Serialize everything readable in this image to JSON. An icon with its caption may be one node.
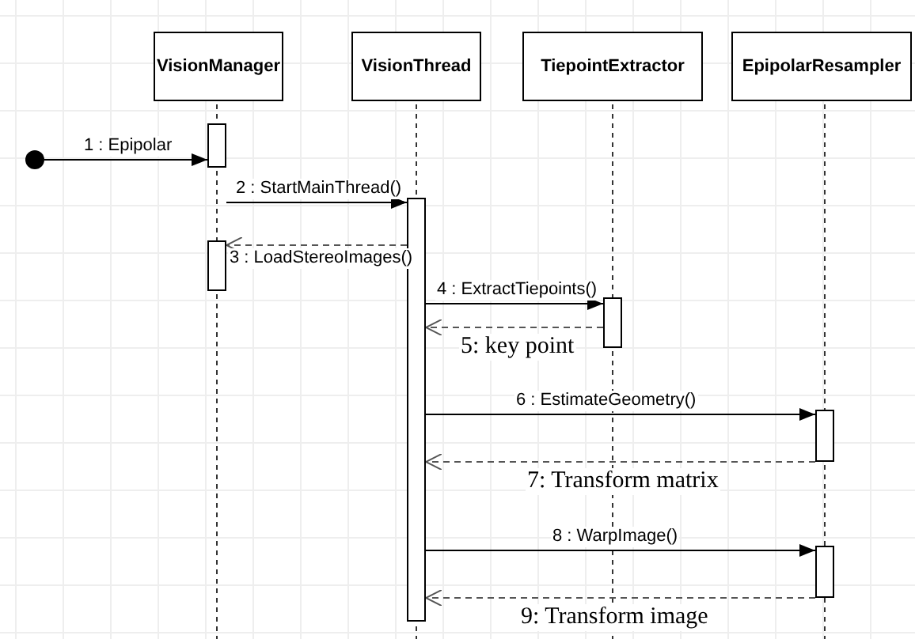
{
  "diagram": {
    "nodes": [
      {
        "text": [],
        "shape": "circle"
      },
      {
        "text": [
          "VisionManager"
        ]
      },
      {
        "text": [
          "VisionThread"
        ]
      },
      {
        "text": [
          "TiepointExtractor"
        ]
      },
      {
        "text": [
          "EpipolarResampler"
        ]
      },
      {
        "text": [],
        "shape": "bar"
      },
      {
        "text": [],
        "shape": "bar"
      },
      {
        "text": [],
        "shape": "bar"
      },
      {
        "text": [],
        "shape": "bar"
      },
      {
        "text": [],
        "shape": "bar"
      },
      {
        "text": [],
        "shape": "bar"
      }
    ],
    "edges": [
      {
        "from": 0,
        "to": 5,
        "arrow": "to",
        "label": "1 : Epipolar"
      },
      {
        "from": 5,
        "to": 7,
        "arrow": "to",
        "label": "2 : StartMainThread()"
      },
      {
        "from": 7,
        "to": 6,
        "arrow": "to",
        "label": "3 : LoadStereoImages()",
        "style": "dashed"
      },
      {
        "from": 7,
        "to": 8,
        "arrow": "to",
        "label": "4 : ExtractTiepoints()"
      },
      {
        "from": 8,
        "to": 7,
        "arrow": "to",
        "label": "5: key point",
        "style": "dashed"
      },
      {
        "from": 7,
        "to": 9,
        "arrow": "to",
        "label": "6 : EstimateGeometry()"
      },
      {
        "from": 9,
        "to": 7,
        "arrow": "to",
        "label": "7: Transform matrix",
        "style": "dashed"
      },
      {
        "from": 7,
        "to": 10,
        "arrow": "to",
        "label": "8 : WarpImage()"
      },
      {
        "from": 10,
        "to": 7,
        "arrow": "to",
        "label": "9: Transform image",
        "style": "dashed"
      }
    ]
  }
}
